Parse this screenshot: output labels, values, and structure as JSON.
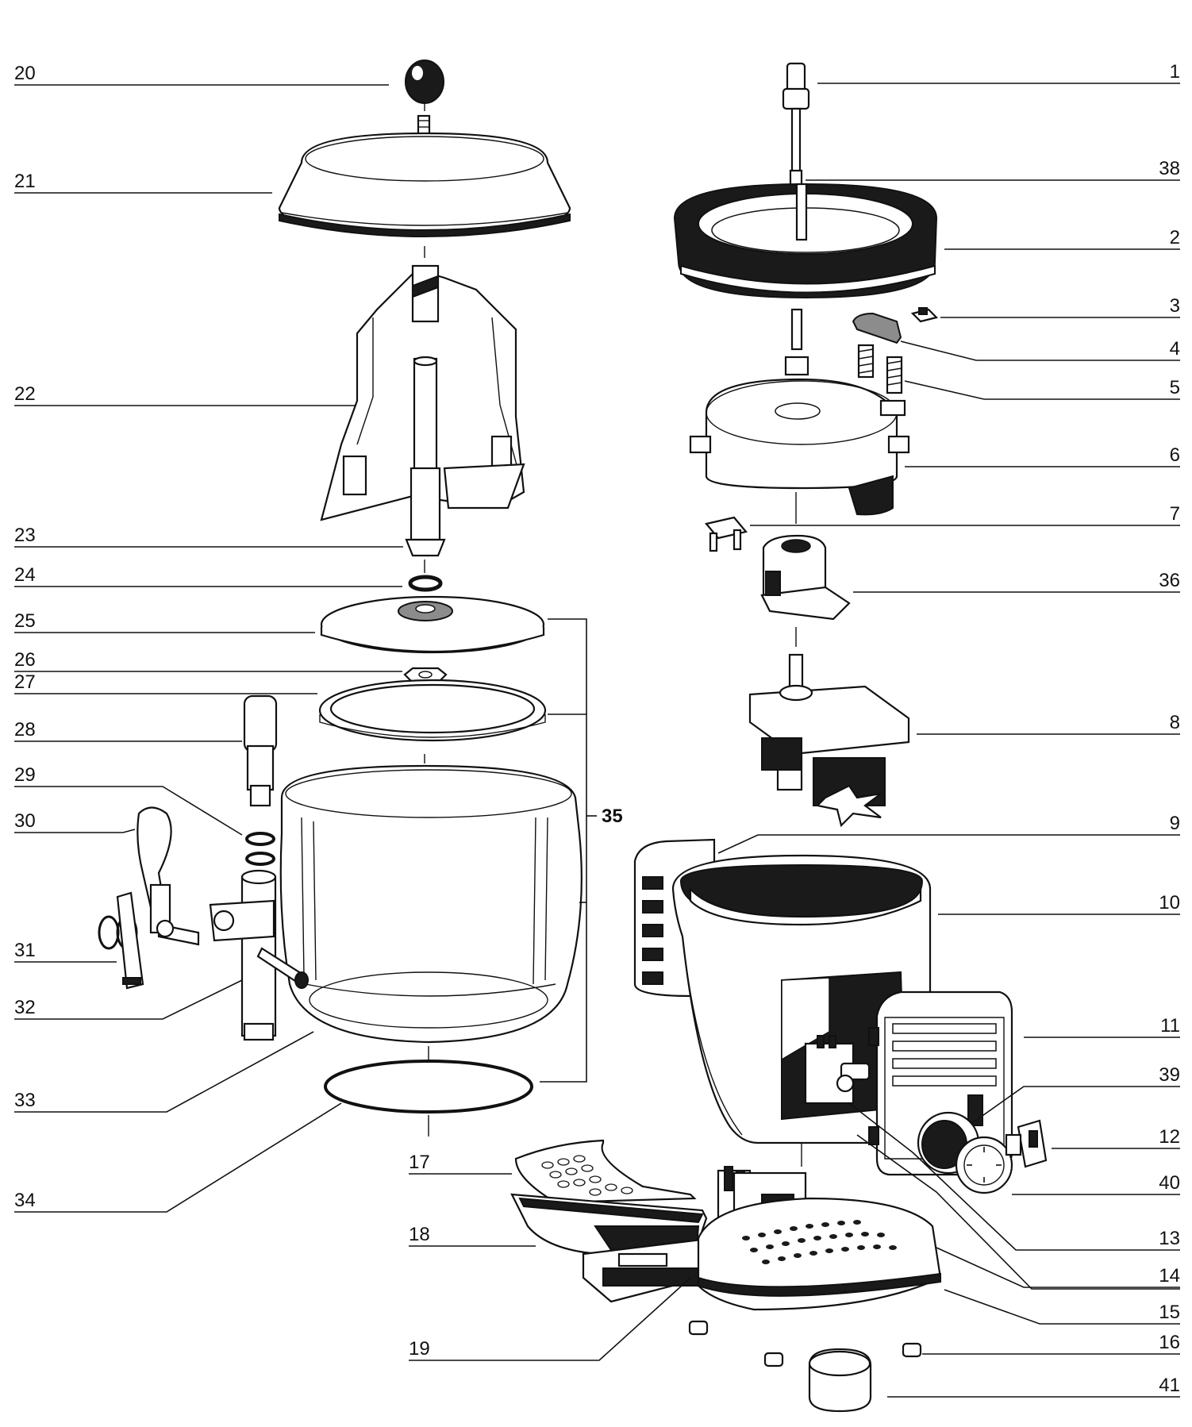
{
  "callouts_left": [
    {
      "id": "20",
      "label": "20"
    },
    {
      "id": "21",
      "label": "21"
    },
    {
      "id": "22",
      "label": "22"
    },
    {
      "id": "23",
      "label": "23"
    },
    {
      "id": "24",
      "label": "24"
    },
    {
      "id": "25",
      "label": "25"
    },
    {
      "id": "26",
      "label": "26"
    },
    {
      "id": "27",
      "label": "27"
    },
    {
      "id": "28",
      "label": "28"
    },
    {
      "id": "29",
      "label": "29"
    },
    {
      "id": "30",
      "label": "30"
    },
    {
      "id": "31",
      "label": "31"
    },
    {
      "id": "32",
      "label": "32"
    },
    {
      "id": "33",
      "label": "33"
    },
    {
      "id": "34",
      "label": "34"
    }
  ],
  "callouts_middle": [
    {
      "id": "17",
      "label": "17"
    },
    {
      "id": "18",
      "label": "18"
    },
    {
      "id": "19",
      "label": "19"
    }
  ],
  "callouts_right": [
    {
      "id": "1",
      "label": "1"
    },
    {
      "id": "38",
      "label": "38"
    },
    {
      "id": "2",
      "label": "2"
    },
    {
      "id": "3",
      "label": "3"
    },
    {
      "id": "4",
      "label": "4"
    },
    {
      "id": "5",
      "label": "5"
    },
    {
      "id": "6",
      "label": "6"
    },
    {
      "id": "7",
      "label": "7"
    },
    {
      "id": "36",
      "label": "36"
    },
    {
      "id": "8",
      "label": "8"
    },
    {
      "id": "9",
      "label": "9"
    },
    {
      "id": "10",
      "label": "10"
    },
    {
      "id": "11",
      "label": "11"
    },
    {
      "id": "39",
      "label": "39"
    },
    {
      "id": "12",
      "label": "12"
    },
    {
      "id": "40",
      "label": "40"
    },
    {
      "id": "13",
      "label": "13"
    },
    {
      "id": "14",
      "label": "14"
    },
    {
      "id": "15",
      "label": "15"
    },
    {
      "id": "16",
      "label": "16"
    },
    {
      "id": "41",
      "label": "41"
    }
  ],
  "group_label": {
    "id": "35",
    "label": "35"
  }
}
